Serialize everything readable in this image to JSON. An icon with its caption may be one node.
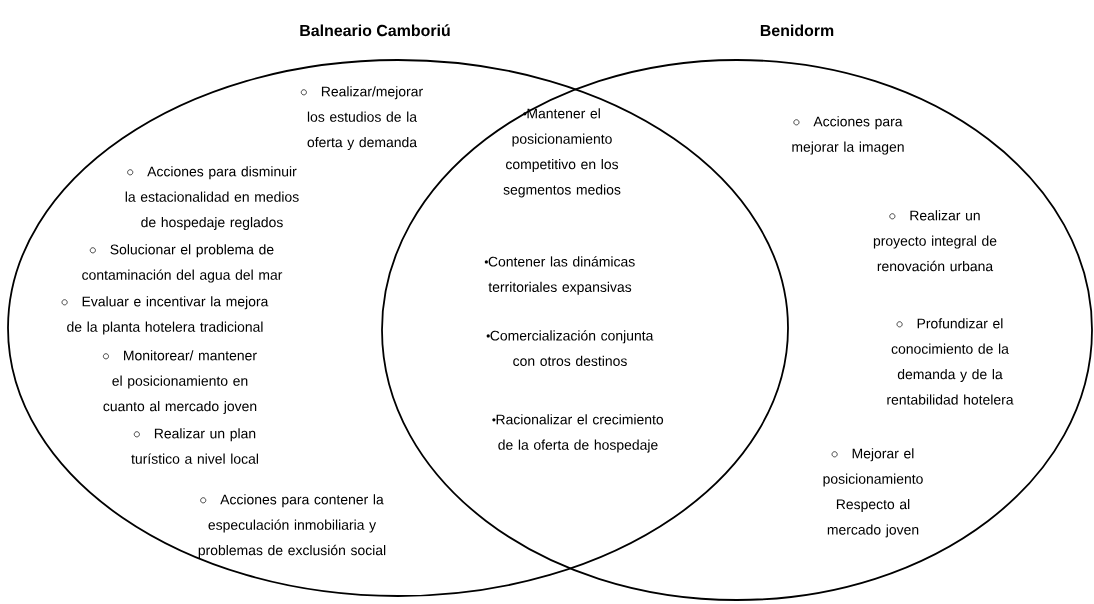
{
  "diagram": {
    "nodes": [
      {
        "text": [
          "Balneario Camboriú"
        ]
      },
      {
        "text": [
          "Benidorm"
        ]
      }
    ],
    "edges": [],
    "labels": [
      "Realizar/mejorar los estudios de la oferta y demanda",
      "Acciones para disminuir la estacionalidad en medios de hospedaje reglados",
      "Solucionar el problema de contaminación del agua del mar",
      "Evaluar e incentivar la mejora de la planta hotelera tradicional",
      "Monitorear/ mantener el posicionamiento en cuanto al mercado joven",
      "Realizar un plan turístico a nivel local",
      "Acciones para contener la especulación inmobiliaria y problemas de exclusión social",
      "Mantener el posicionamiento competitivo en los segmentos medios",
      "Contener las dinámicas territoriales expansivas",
      "Comercialización conjunta con otros destinos",
      "Racionalizar el crecimiento de la oferta de hospedaje",
      "Acciones para mejorar la imagen",
      "Realizar un proyecto integral de renovación urbana",
      "Profundizar el conocimiento de la demanda y de la rentabilidad hotelera",
      "Mejorar el posicionamiento Respecto al mercado joven"
    ]
  }
}
